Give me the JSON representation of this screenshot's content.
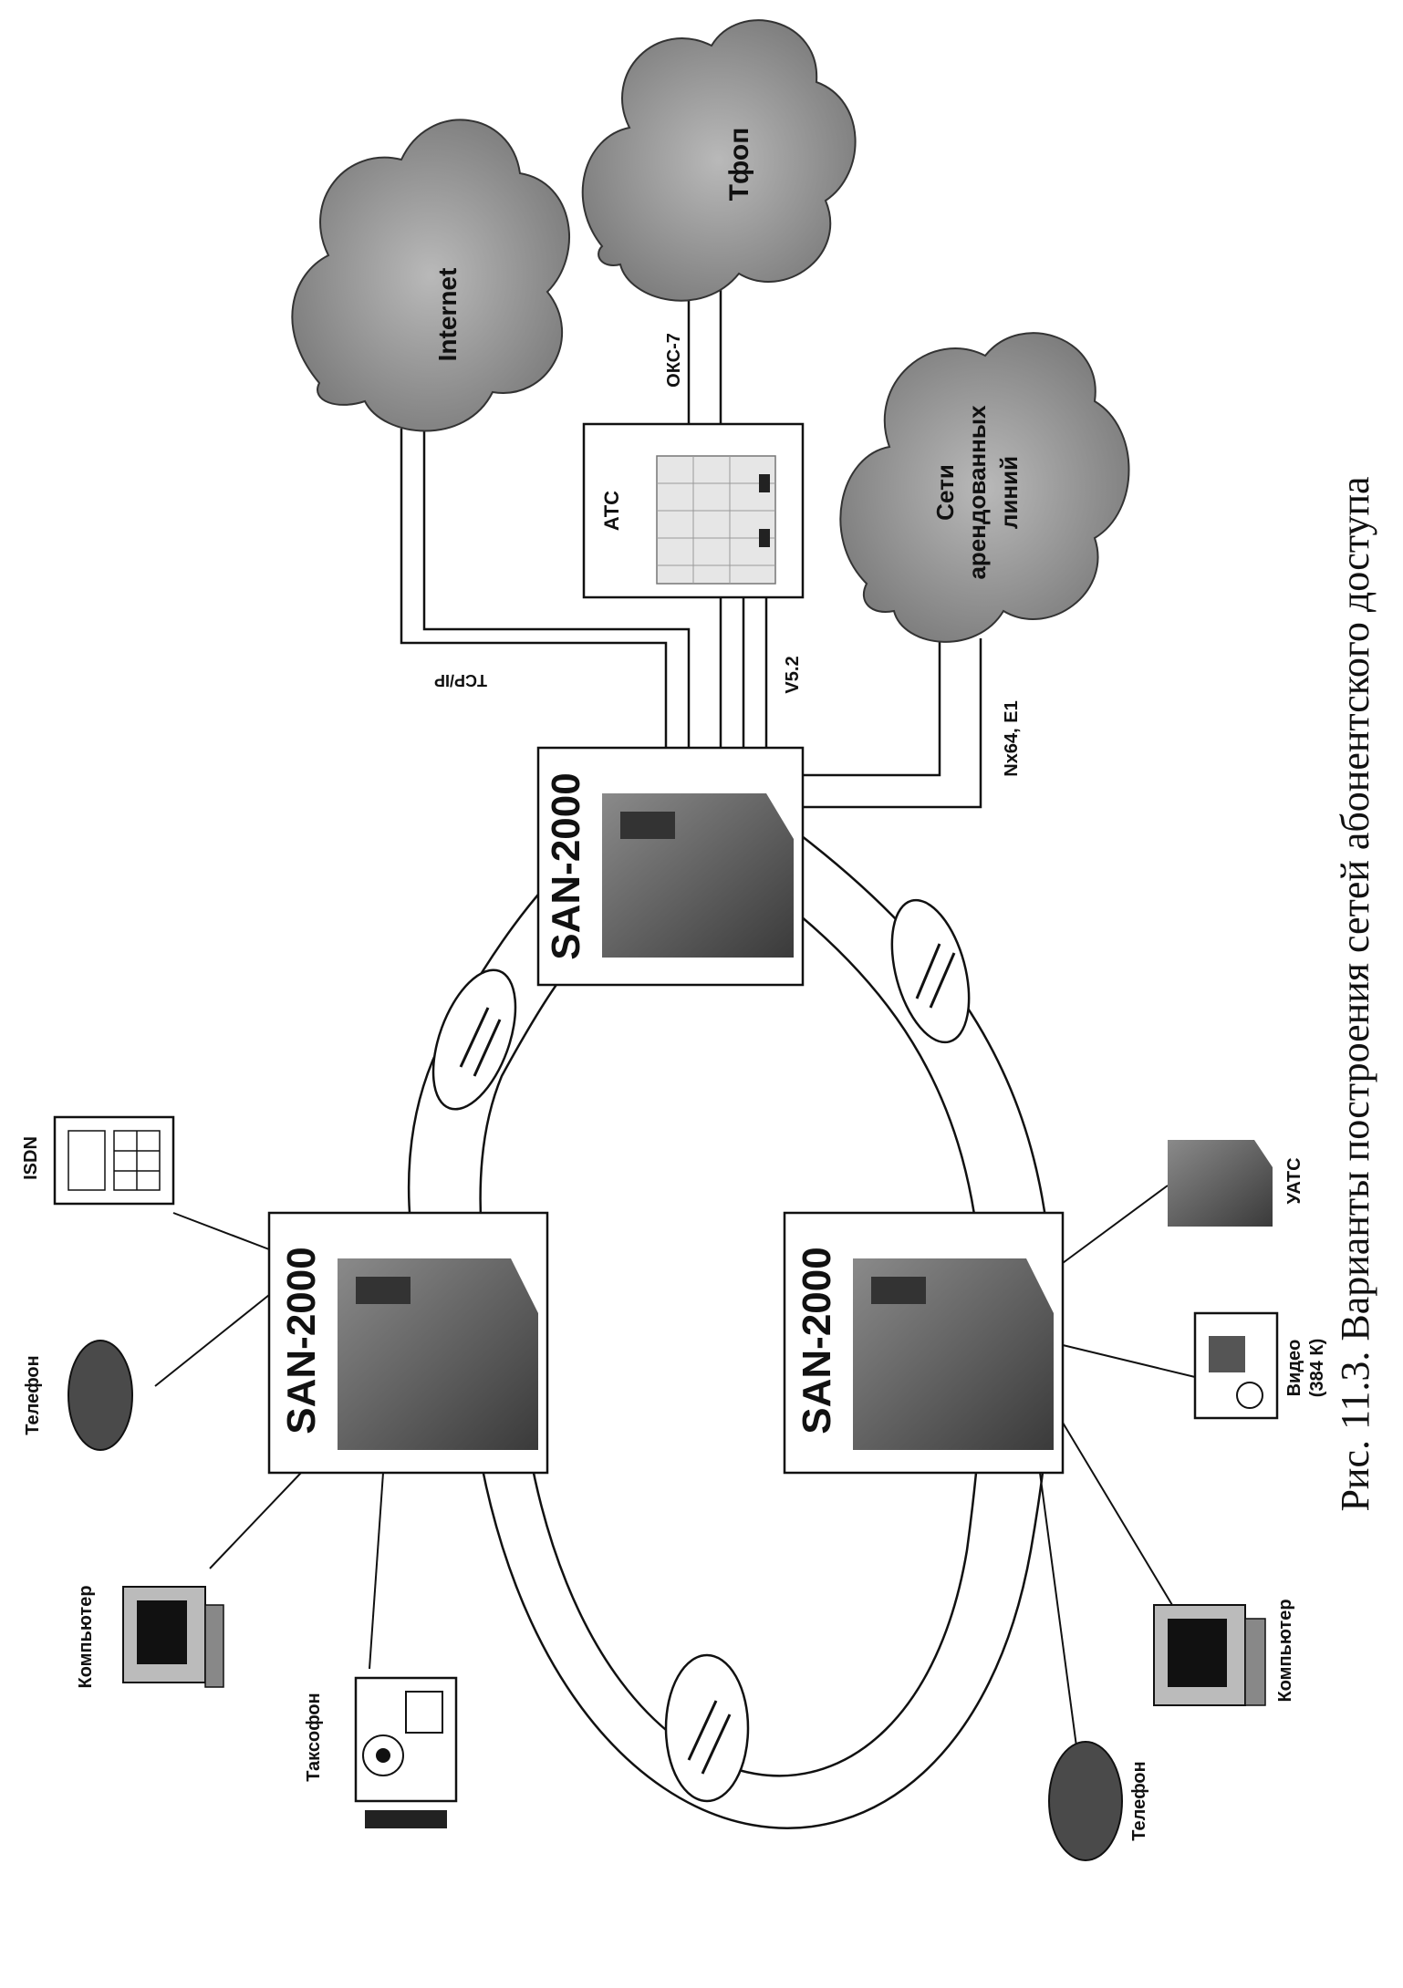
{
  "caption": "Рис. 11.3.  Варианты построения сетей абонентского доступа",
  "nodes": {
    "node_top": "SAN-2000",
    "node_left": "SAN-2000",
    "node_right": "SAN-2000"
  },
  "clouds": {
    "internet": "Internet",
    "tfop": "Тфоп",
    "leased_line1": "Сети",
    "leased_line2": "арендованных",
    "leased_line3": "линий"
  },
  "exchange": {
    "label": "АТС"
  },
  "link_labels": {
    "tcpip": "TCP/IP",
    "oks7": "ОКС-7",
    "v52": "V5.2",
    "nx64": "Nx64, E1"
  },
  "devices_left": {
    "isdn": "ISDN",
    "phone": "Телефон",
    "computer": "Компьютер",
    "payphone": "Таксофон"
  },
  "devices_right": {
    "uats": "УАТС",
    "video1": "Видео",
    "video2": "(384 К)",
    "computer": "Компьютер",
    "phone": "Телефон"
  },
  "colors": {
    "cloud_fill": "#9a9a9a",
    "device_fill": "#555555",
    "line": "#111111"
  }
}
